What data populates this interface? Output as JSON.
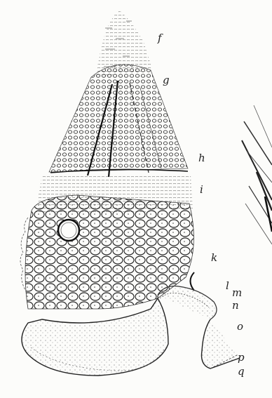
{
  "figure": {
    "description_labels": {
      "f": "f",
      "g": "g",
      "h": "h",
      "i": "i",
      "k": "k",
      "l": "l",
      "m": "m",
      "n": "n",
      "o": "o",
      "p": "p",
      "q": "q"
    },
    "colors": {
      "ink": "#2a2a2a",
      "paper": "#fcfcfa",
      "hair": "#3a3a3a"
    }
  }
}
